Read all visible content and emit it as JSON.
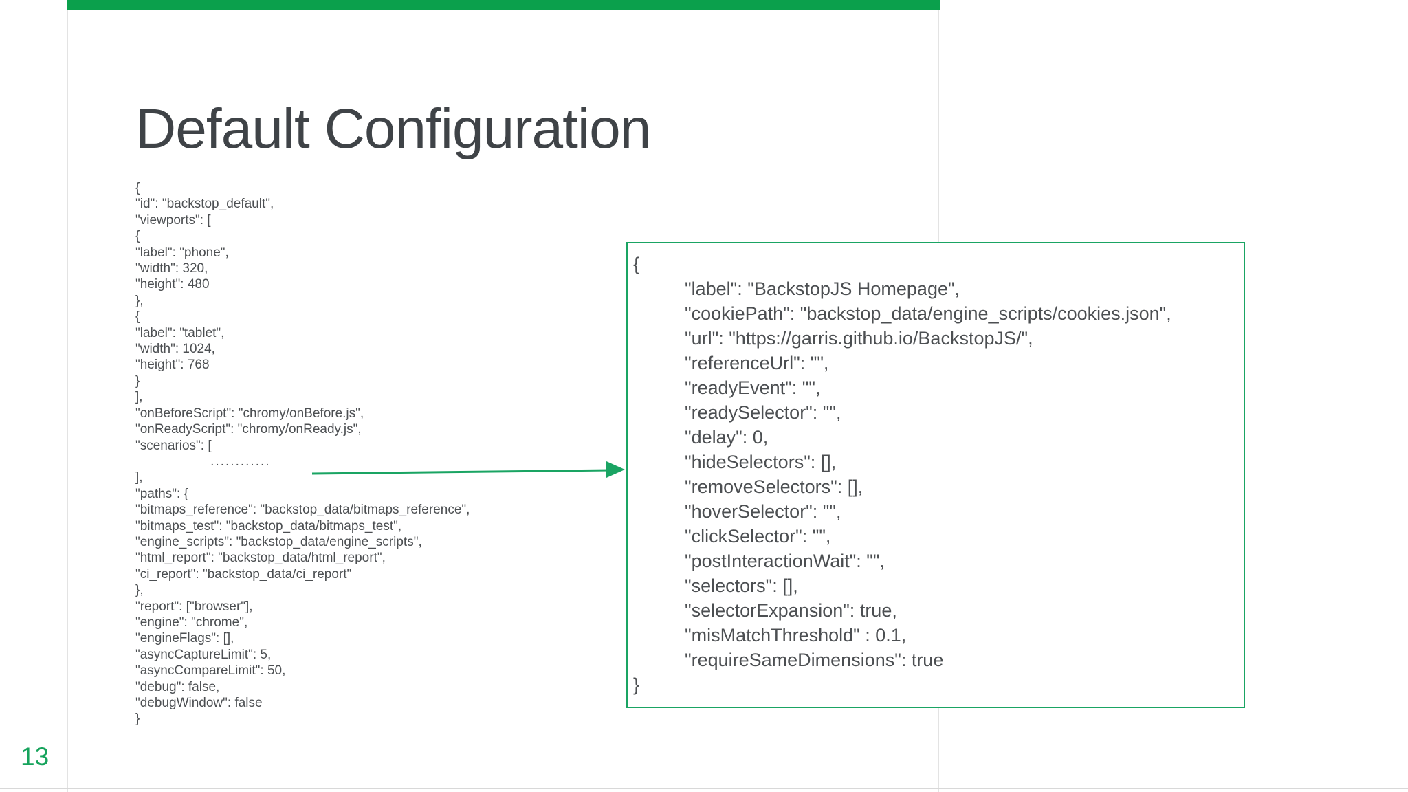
{
  "slide": {
    "title": "Default Configuration",
    "page_number": "13",
    "colors": {
      "top_bar_green": "#0ba04c",
      "callout_border_green": "#1aa463",
      "arrow_green": "#1aa463",
      "page_number_green": "#16a35c",
      "title_text": "#3f4347",
      "code_text": "#4c4f52"
    },
    "left_code": {
      "lines": [
        "{",
        "\"id\": \"backstop_default\",",
        "\"viewports\": [",
        "{",
        "\"label\": \"phone\",",
        "\"width\": 320,",
        "\"height\": 480",
        "},",
        "{",
        "\"label\": \"tablet\",",
        "\"width\": 1024,",
        "\"height\": 768",
        "}",
        "],",
        "\"onBeforeScript\": \"chromy/onBefore.js\",",
        "\"onReadyScript\": \"chromy/onReady.js\",",
        "\"scenarios\": [",
        "               ............",
        "],",
        "\"paths\": {",
        "\"bitmaps_reference\": \"backstop_data/bitmaps_reference\",",
        "\"bitmaps_test\": \"backstop_data/bitmaps_test\",",
        "\"engine_scripts\": \"backstop_data/engine_scripts\",",
        "\"html_report\": \"backstop_data/html_report\",",
        "\"ci_report\": \"backstop_data/ci_report\"",
        "},",
        "\"report\": [\"browser\"],",
        "\"engine\": \"chrome\",",
        "\"engineFlags\": [],",
        "\"asyncCaptureLimit\": 5,",
        "\"asyncCompareLimit\": 50,",
        "\"debug\": false,",
        "\"debugWindow\": false",
        "}"
      ]
    },
    "callout_code": {
      "lines": [
        "{",
        "          \"label\": \"BackstopJS Homepage\",",
        "          \"cookiePath\": \"backstop_data/engine_scripts/cookies.json\",",
        "          \"url\": \"https://garris.github.io/BackstopJS/\",",
        "          \"referenceUrl\": \"\",",
        "          \"readyEvent\": \"\",",
        "          \"readySelector\": \"\",",
        "          \"delay\": 0,",
        "          \"hideSelectors\": [],",
        "          \"removeSelectors\": [],",
        "          \"hoverSelector\": \"\",",
        "          \"clickSelector\": \"\",",
        "          \"postInteractionWait\": \"\",",
        "          \"selectors\": [],",
        "          \"selectorExpansion\": true,",
        "          \"misMatchThreshold\" : 0.1,",
        "          \"requireSameDimensions\": true",
        "}"
      ]
    }
  }
}
